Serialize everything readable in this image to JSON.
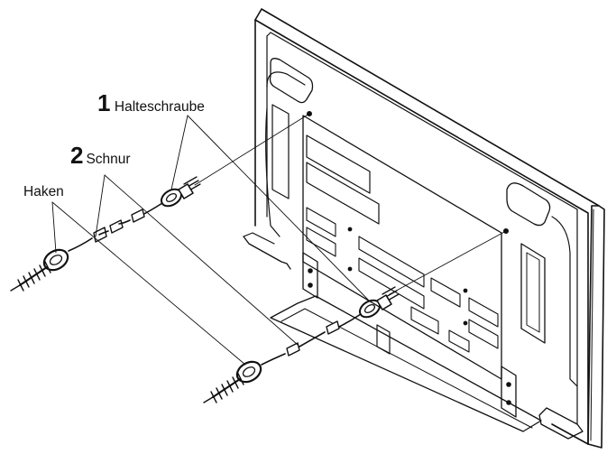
{
  "labels": {
    "item1": {
      "number": "1",
      "text": "Halteschraube"
    },
    "item2": {
      "number": "2",
      "text": "Schnur"
    },
    "hook": {
      "text": "Haken"
    }
  },
  "colors": {
    "ink": "#111111",
    "paper": "#ffffff"
  }
}
